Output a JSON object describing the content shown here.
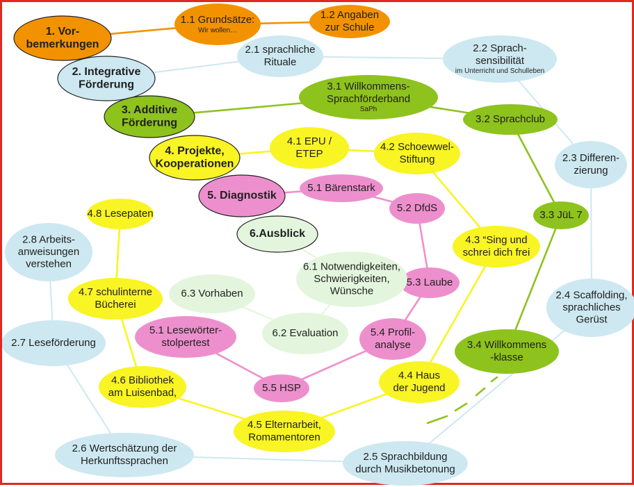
{
  "colors": {
    "orange": "#f39200",
    "light_blue": "#cde8f1",
    "green": "#8ec21d",
    "yellow": "#f9f423",
    "pink": "#ee8fcd",
    "pale_green": "#e3f6dd",
    "frame": "#e0281e",
    "text": "#1f1f1f"
  },
  "nodes": [
    {
      "id": "n1",
      "color": "orange",
      "lines": [
        "1.    Vor-",
        "bemerkungen"
      ],
      "bold": true
    },
    {
      "id": "n1_1",
      "color": "orange",
      "lines": [
        "1.1 Grundsätze:"
      ],
      "sub": "Wir wollen…"
    },
    {
      "id": "n1_2",
      "color": "orange",
      "lines": [
        "1.2 Angaben",
        "zur Schule"
      ]
    },
    {
      "id": "n2",
      "color": "light_blue",
      "lines": [
        "2. Integrative",
        "Förderung"
      ],
      "bold": true
    },
    {
      "id": "n2_1",
      "color": "light_blue",
      "lines": [
        "2.1 sprachliche",
        "Rituale"
      ]
    },
    {
      "id": "n2_2",
      "color": "light_blue",
      "lines": [
        "2.2 Sprach-",
        "sensibilität"
      ],
      "sub": "im Unterricht und Schulleben"
    },
    {
      "id": "n2_3",
      "color": "light_blue",
      "lines": [
        "2.3 Differen-",
        "zierung"
      ]
    },
    {
      "id": "n2_4",
      "color": "light_blue",
      "lines": [
        "2.4 Scaffolding,",
        "sprachliches",
        "Gerüst"
      ]
    },
    {
      "id": "n2_5",
      "color": "light_blue",
      "lines": [
        "2.5 Sprachbildung",
        "durch Musikbetonung"
      ]
    },
    {
      "id": "n2_6",
      "color": "light_blue",
      "lines": [
        "2.6 Wertschätzung der",
        "Herkunftssprachen"
      ]
    },
    {
      "id": "n2_7",
      "color": "light_blue",
      "lines": [
        "2.7 Leseförderung"
      ]
    },
    {
      "id": "n2_8",
      "color": "light_blue",
      "lines": [
        "2.8 Arbeits-",
        "anweisungen",
        "verstehen"
      ]
    },
    {
      "id": "n3",
      "color": "green",
      "lines": [
        "3. Additive",
        "Förderung"
      ],
      "bold": true
    },
    {
      "id": "n3_1",
      "color": "green",
      "lines": [
        "3.1 Willkommens-",
        "Sprachförderband"
      ],
      "sub": "SaPh"
    },
    {
      "id": "n3_2",
      "color": "green",
      "lines": [
        "3.2 Sprachclub"
      ]
    },
    {
      "id": "n3_3",
      "color": "green",
      "lines": [
        "3.3 JüL 7"
      ]
    },
    {
      "id": "n3_4",
      "color": "green",
      "lines": [
        "3.4 Willkommens",
        "-klasse"
      ]
    },
    {
      "id": "n4",
      "color": "yellow",
      "lines": [
        "4. Projekte,",
        "Kooperationen"
      ],
      "bold": true
    },
    {
      "id": "n4_1",
      "color": "yellow",
      "lines": [
        "4.1 EPU /",
        "ETEP"
      ]
    },
    {
      "id": "n4_2",
      "color": "yellow",
      "lines": [
        "4.2 Schoewwel-",
        "Stiftung"
      ]
    },
    {
      "id": "n4_3",
      "color": "yellow",
      "lines": [
        "4.3 “Sing und",
        "schrei dich frei"
      ]
    },
    {
      "id": "n4_4",
      "color": "yellow",
      "lines": [
        "4.4 Haus",
        "der Jugend"
      ]
    },
    {
      "id": "n4_5",
      "color": "yellow",
      "lines": [
        "4.5 Elternarbeit,",
        "Romamentoren"
      ]
    },
    {
      "id": "n4_6",
      "color": "yellow",
      "lines": [
        "4.6 Bibliothek",
        "am Luisenbad,"
      ]
    },
    {
      "id": "n4_7",
      "color": "yellow",
      "lines": [
        "4.7 schulinterne",
        "Bücherei"
      ]
    },
    {
      "id": "n4_8",
      "color": "yellow",
      "lines": [
        "4.8 Lesepaten"
      ]
    },
    {
      "id": "n5",
      "color": "pink",
      "lines": [
        "5. Diagnostik"
      ],
      "bold": true
    },
    {
      "id": "n5_1",
      "color": "pink",
      "lines": [
        "5.1 Bärenstark"
      ]
    },
    {
      "id": "n5_2",
      "color": "pink",
      "lines": [
        "5.2 DfdS"
      ]
    },
    {
      "id": "n5_3",
      "color": "pink",
      "lines": [
        "5.3 Laube"
      ]
    },
    {
      "id": "n5_4",
      "color": "pink",
      "lines": [
        "5.4 Profil-",
        "analyse"
      ]
    },
    {
      "id": "n5_5",
      "color": "pink",
      "lines": [
        "5.5 HSP"
      ]
    },
    {
      "id": "n5_1b",
      "color": "pink",
      "lines": [
        "5.1 Lesewörter-",
        "stolpertest"
      ]
    },
    {
      "id": "n6",
      "color": "pale_green",
      "lines": [
        "6.Ausblick"
      ],
      "bold": true
    },
    {
      "id": "n6_1",
      "color": "pale_green",
      "lines": [
        "6.1 Notwendigkeiten,",
        "Schwierigkeiten,",
        "Wünsche"
      ]
    },
    {
      "id": "n6_2",
      "color": "pale_green",
      "lines": [
        "6.2 Evaluation"
      ]
    },
    {
      "id": "n6_3",
      "color": "pale_green",
      "lines": [
        "6.3 Vorhaben"
      ]
    }
  ],
  "edges": [
    {
      "from": "n1",
      "to": "n1_1",
      "color": "orange"
    },
    {
      "from": "n1_1",
      "to": "n1_2",
      "color": "orange"
    },
    {
      "from": "n2",
      "to": "n2_1",
      "color": "light_blue"
    },
    {
      "from": "n2_1",
      "to": "n2_2",
      "color": "light_blue"
    },
    {
      "from": "n2_2",
      "to": "n2_3",
      "color": "light_blue"
    },
    {
      "from": "n2_3",
      "to": "n2_4",
      "color": "light_blue"
    },
    {
      "from": "n2_4",
      "to": "n2_5",
      "color": "light_blue"
    },
    {
      "from": "n2_5",
      "to": "n2_6",
      "color": "light_blue"
    },
    {
      "from": "n2_6",
      "to": "n2_7",
      "color": "light_blue"
    },
    {
      "from": "n2_7",
      "to": "n2_8",
      "color": "light_blue"
    },
    {
      "from": "n3",
      "to": "n3_1",
      "color": "green"
    },
    {
      "from": "n3_1",
      "to": "n3_2",
      "color": "green"
    },
    {
      "from": "n3_2",
      "to": "n3_3",
      "color": "green"
    },
    {
      "from": "n3_3",
      "to": "n3_4",
      "color": "green"
    },
    {
      "from": "n4",
      "to": "n4_1",
      "color": "yellow"
    },
    {
      "from": "n4_1",
      "to": "n4_2",
      "color": "yellow"
    },
    {
      "from": "n4_2",
      "to": "n4_3",
      "color": "yellow"
    },
    {
      "from": "n4_3",
      "to": "n4_4",
      "color": "yellow"
    },
    {
      "from": "n4_4",
      "to": "n4_5",
      "color": "yellow"
    },
    {
      "from": "n4_5",
      "to": "n4_6",
      "color": "yellow"
    },
    {
      "from": "n4_6",
      "to": "n4_7",
      "color": "yellow"
    },
    {
      "from": "n4_7",
      "to": "n4_8",
      "color": "yellow"
    },
    {
      "from": "n5",
      "to": "n5_1",
      "color": "pink"
    },
    {
      "from": "n5_1",
      "to": "n5_2",
      "color": "pink"
    },
    {
      "from": "n5_2",
      "to": "n5_3",
      "color": "pink"
    },
    {
      "from": "n5_3",
      "to": "n5_4",
      "color": "pink"
    },
    {
      "from": "n5_4",
      "to": "n5_5",
      "color": "pink"
    },
    {
      "from": "n5_5",
      "to": "n5_1b",
      "color": "pink"
    },
    {
      "from": "n6",
      "to": "n6_1",
      "color": "pale_green"
    },
    {
      "from": "n6_1",
      "to": "n6_2",
      "color": "pale_green"
    },
    {
      "from": "n6_2",
      "to": "n6_3",
      "color": "pale_green"
    }
  ]
}
